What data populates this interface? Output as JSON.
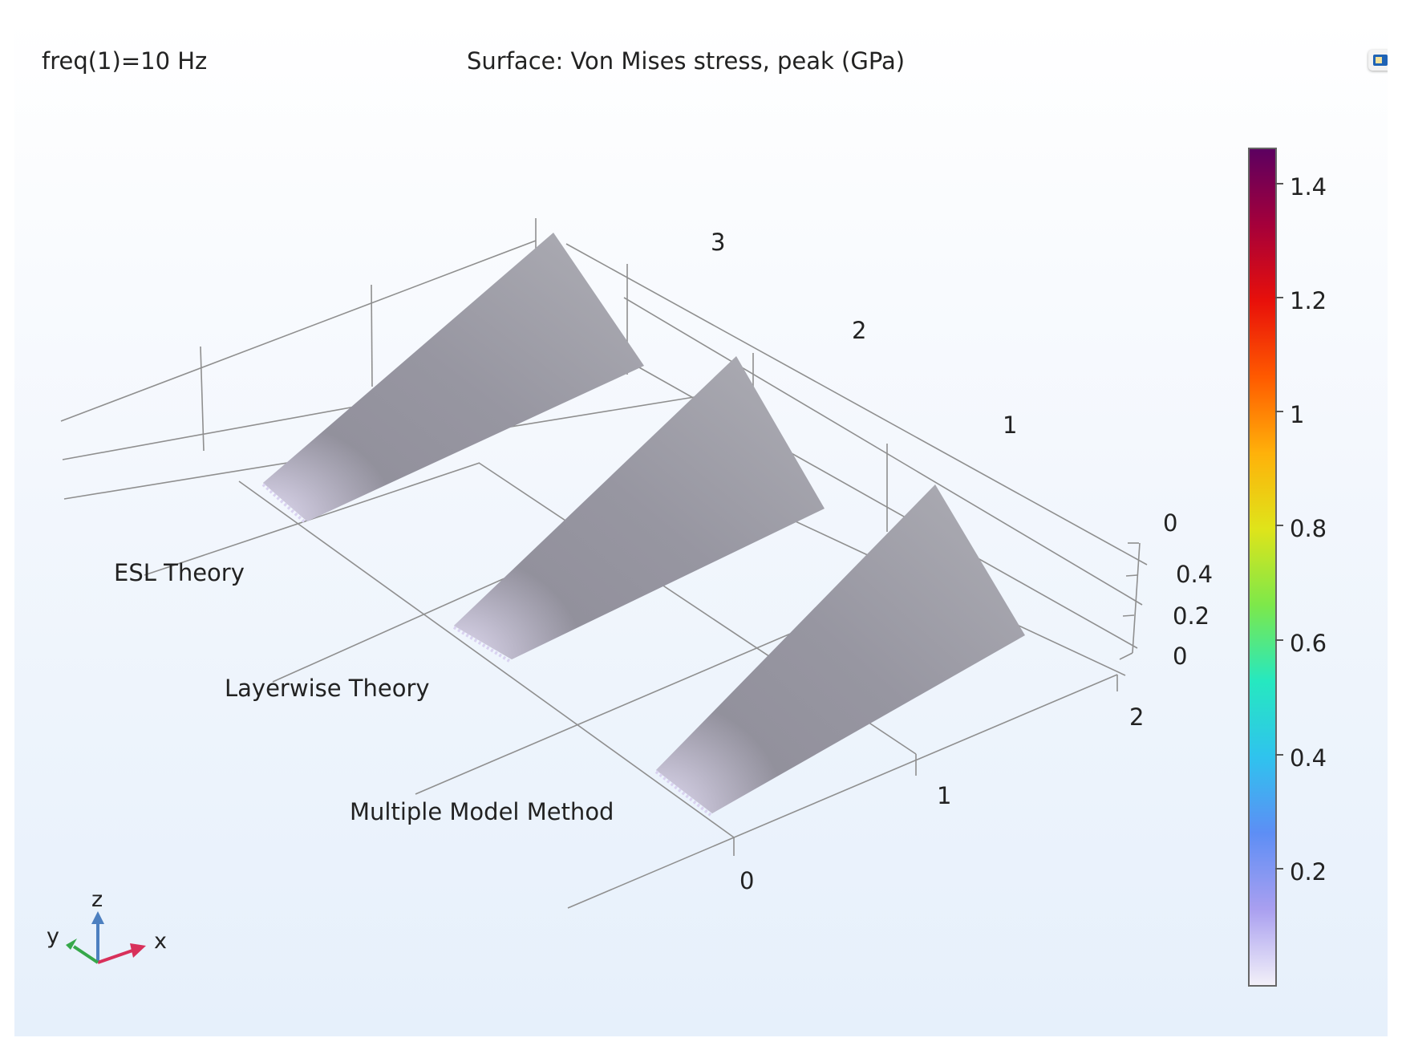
{
  "header": {
    "frequency_label": "freq(1)=10 Hz",
    "plot_title": "Surface: Von Mises stress, peak (GPa)"
  },
  "models": [
    {
      "label": "ESL Theory"
    },
    {
      "label": "Layerwise Theory"
    },
    {
      "label": "Multiple Model Method"
    }
  ],
  "axes": {
    "y_ticks": [
      "3",
      "2",
      "1",
      "0"
    ],
    "z_ticks": [
      "0.4",
      "0.2",
      "0"
    ],
    "x_ticks": [
      "2",
      "1",
      "0"
    ]
  },
  "colorbar": {
    "ticks": [
      "1.4",
      "1.2",
      "1",
      "0.8",
      "0.6",
      "0.4",
      "0.2"
    ],
    "colormap": [
      "#f2f0f8",
      "#a99ff0",
      "#5d8ef5",
      "#2fc3ee",
      "#26e8c0",
      "#7de84a",
      "#dfe41a",
      "#ffb10a",
      "#ff5a00",
      "#e8100a",
      "#a5003a",
      "#5c0060"
    ]
  },
  "triad": {
    "x": "x",
    "y": "y",
    "z": "z"
  },
  "colors": {
    "surface": "#9a99a4",
    "edge_highlight": "#ddd6f3",
    "grid": "#8a8a8a"
  }
}
